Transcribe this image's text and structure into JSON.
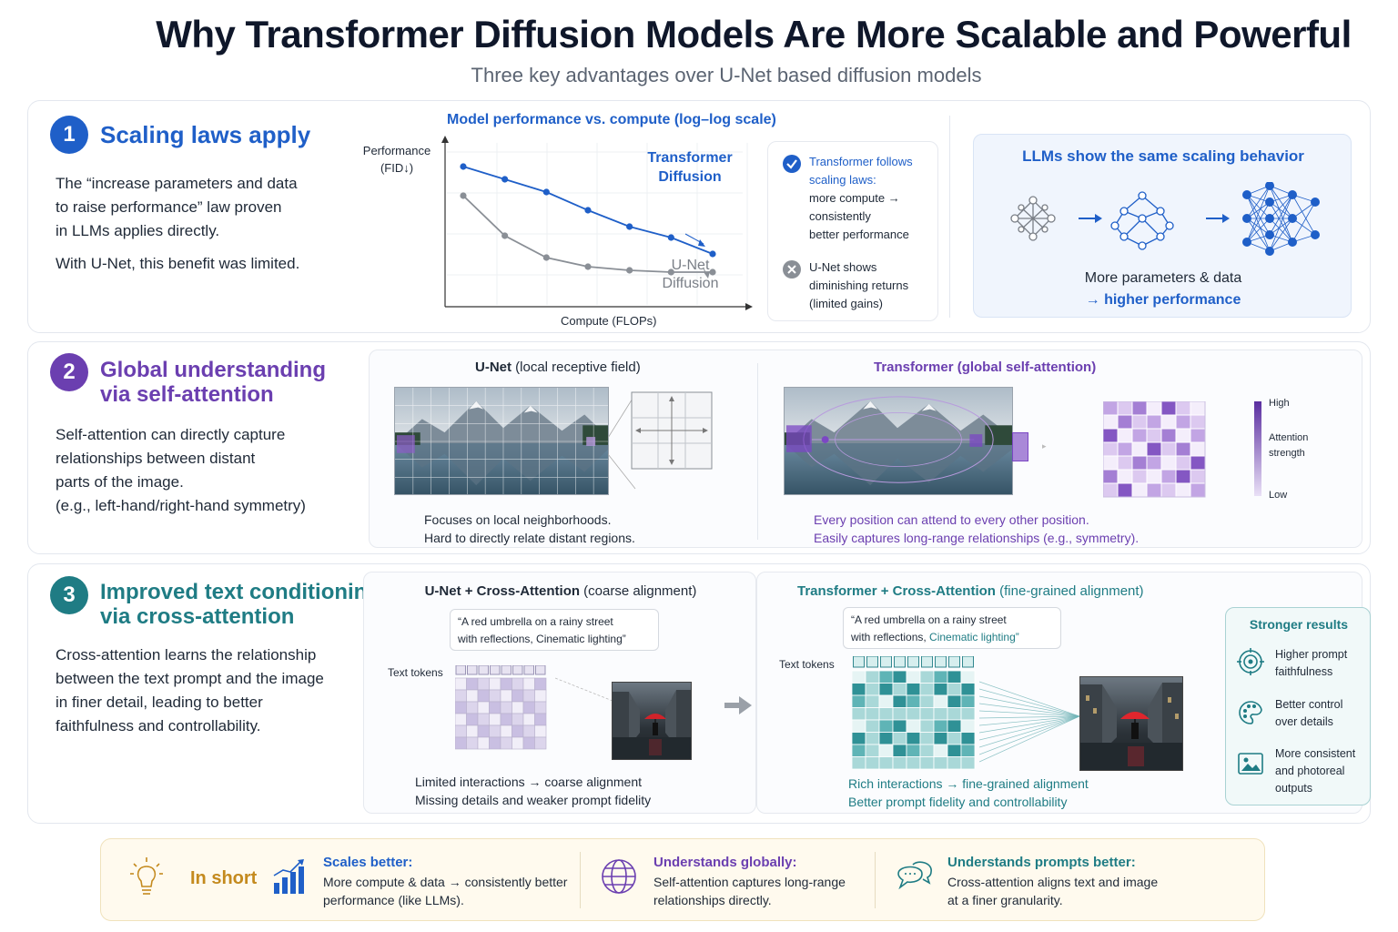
{
  "title": "Why Transformer Diffusion Models Are More Scalable and Powerful",
  "subtitle": "Three key advantages over U-Net based diffusion models",
  "colors": {
    "blue": "#1f5fc8",
    "purple": "#6b3fb0",
    "teal": "#1f7c84",
    "gray_line": "#8a8f96",
    "gold": "#c48a1e"
  },
  "sec1": {
    "num": "1",
    "title": "Scaling laws apply",
    "body1": "The “increase parameters and data",
    "body2": "to raise performance” law proven",
    "body3": "in LLMs applies directly.",
    "body4": "With U-Net, this benefit was limited.",
    "chart_title": "Model performance vs. compute (log–log scale)",
    "ylabel1": "Performance",
    "ylabel2": "(FID↓)",
    "xlabel": "Compute (FLOPs)",
    "series_transformer_l1": "Transformer",
    "series_transformer_l2": "Diffusion",
    "series_unet_l1": "U-Net",
    "series_unet_l2": "Diffusion",
    "check_icon": "check-circle-icon",
    "check1": "Transformer follows",
    "check2": "scaling laws:",
    "check3": "more compute →",
    "check4": "consistently",
    "check5": "better performance",
    "x_icon": "x-circle-icon",
    "x1": "U-Net shows",
    "x2": "diminishing returns",
    "x3": "(limited gains)",
    "llm_title": "LLMs show the same scaling behavior",
    "llm_caption1": "More parameters & data",
    "llm_caption2": "→ higher performance"
  },
  "chart_data": {
    "type": "line",
    "title": "Model performance vs. compute (log–log scale)",
    "xlabel": "Compute (FLOPs)",
    "ylabel": "Performance (FID↓)",
    "grid": true,
    "series": [
      {
        "name": "Transformer Diffusion",
        "color": "#1f5fc8",
        "x": [
          1,
          2,
          3,
          4,
          5,
          6,
          7
        ],
        "values": [
          8.2,
          7.5,
          6.8,
          5.8,
          4.9,
          4.3,
          3.4
        ]
      },
      {
        "name": "U-Net Diffusion",
        "color": "#8a8f96",
        "x": [
          1,
          2,
          3,
          4,
          5,
          6,
          7
        ],
        "values": [
          6.6,
          4.4,
          3.2,
          2.7,
          2.5,
          2.4,
          2.4
        ]
      }
    ]
  },
  "sec2": {
    "num": "2",
    "title1": "Global understanding",
    "title2": "via self-attention",
    "body1": "Self-attention can directly capture",
    "body2": "relationships between distant",
    "body3": "parts of the image.",
    "body4": "(e.g., left-hand/right-hand symmetry)",
    "unet_head_bold": "U-Net",
    "unet_head_rest": " (local receptive field)",
    "unet_cap1": "Focuses on local neighborhoods.",
    "unet_cap2": "Hard to directly relate distant regions.",
    "tf_head": "Transformer (global self-attention)",
    "tf_cap1": "Every position can attend to every other position.",
    "tf_cap2": "Easily captures long-range relationships (e.g., symmetry).",
    "legend_high": "High",
    "legend_mid1": "Attention",
    "legend_mid2": "strength",
    "legend_low": "Low"
  },
  "sec3": {
    "num": "3",
    "title1": "Improved text conditioning",
    "title2": "via cross-attention",
    "body1": "Cross-attention learns the relationship",
    "body2": "between the text prompt and the image",
    "body3": "in finer detail, leading to better",
    "body4": "faithfulness and controllability.",
    "unet_head_bold": "U-Net + Cross-Attention",
    "unet_head_rest": " (coarse alignment)",
    "prompt1": "“A red umbrella on a rainy street",
    "prompt2": "with reflections, Cinematic lighting”",
    "prompt2_plain": "with reflections, ",
    "prompt2_hl": "Cinematic lighting”",
    "text_tokens": "Text tokens",
    "unet_cap1": "Limited interactions → coarse alignment",
    "unet_cap2": "Missing details and weaker prompt fidelity",
    "tf_head_bold": "Transformer + Cross-Attention",
    "tf_head_rest": " (fine-grained alignment)",
    "tf_cap1": "Rich interactions → fine-grained alignment",
    "tf_cap2": "Better prompt fidelity and controllability",
    "results_title": "Stronger results",
    "r1a": "Higher prompt",
    "r1b": "faithfulness",
    "r2a": "Better control",
    "r2b": "over details",
    "r3a": "More consistent",
    "r3b": "and photoreal",
    "r3c": "outputs"
  },
  "bottom": {
    "label": "In short",
    "c1_title": "Scales better:",
    "c1_l1": "More compute & data → consistently better",
    "c1_l2": "performance (like LLMs).",
    "c2_title": "Understands globally:",
    "c2_l1": "Self-attention captures long-range",
    "c2_l2": "relationships directly.",
    "c3_title": "Understands prompts better:",
    "c3_l1": "Cross-attention aligns text and image",
    "c3_l2": "at a finer granularity."
  }
}
